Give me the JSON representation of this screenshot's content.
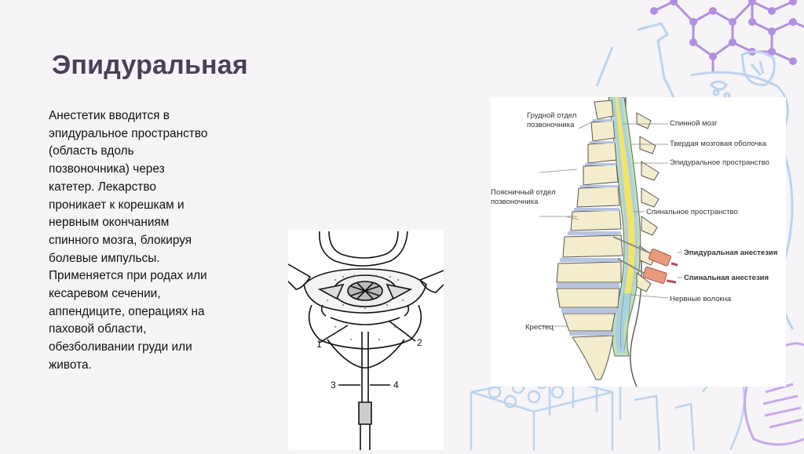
{
  "slide": {
    "title": "Эпидуральная",
    "body_lines": [
      "Анестетик вводится в",
      "эпидуральное пространство",
      "(область вдоль",
      "позвоночника) через",
      "катетер. Лекарство",
      "проникает к корешкам и",
      "нервным окончаниям",
      "спинного мозга, блокируя",
      "болевые импульсы.",
      "Применяется при родах или",
      "кесаревом сечении,",
      "аппендиците, операциях на",
      "паховой области,",
      "обезболивании груди или",
      "живота."
    ]
  },
  "figure_cross_section": {
    "labels": {
      "n1": "1",
      "n2": "2",
      "n3": "3",
      "n4": "4"
    }
  },
  "figure_spine": {
    "labels": {
      "thoracic_1": "Грудной отдел",
      "thoracic_2": "позвоночника",
      "lumbar_1": "Поясничный отдел",
      "lumbar_2": "позвоночника",
      "sacrum": "Крестец",
      "spinal_cord": "Спинной мозг",
      "dura": "Твердая мозговая оболочка",
      "epidural_space": "Эпидуральное пространство",
      "spinal_space": "Спинальное пространство",
      "epidural_anesthesia": "Эпидуральная анестезия",
      "spinal_anesthesia": "Спинальная анестезия",
      "nerve_fibers": "Нервные волокна"
    }
  },
  "colors": {
    "title": "#4a3f58",
    "decor_purple": "#b28fe0",
    "decor_blue": "#bcd3ef",
    "vertebra": "#f3eccd",
    "cord_yellow": "#f2e36a",
    "csf_blue": "#aad0e8",
    "epidural_green": "#bfe2b4",
    "syringe": "#e89a7c"
  }
}
